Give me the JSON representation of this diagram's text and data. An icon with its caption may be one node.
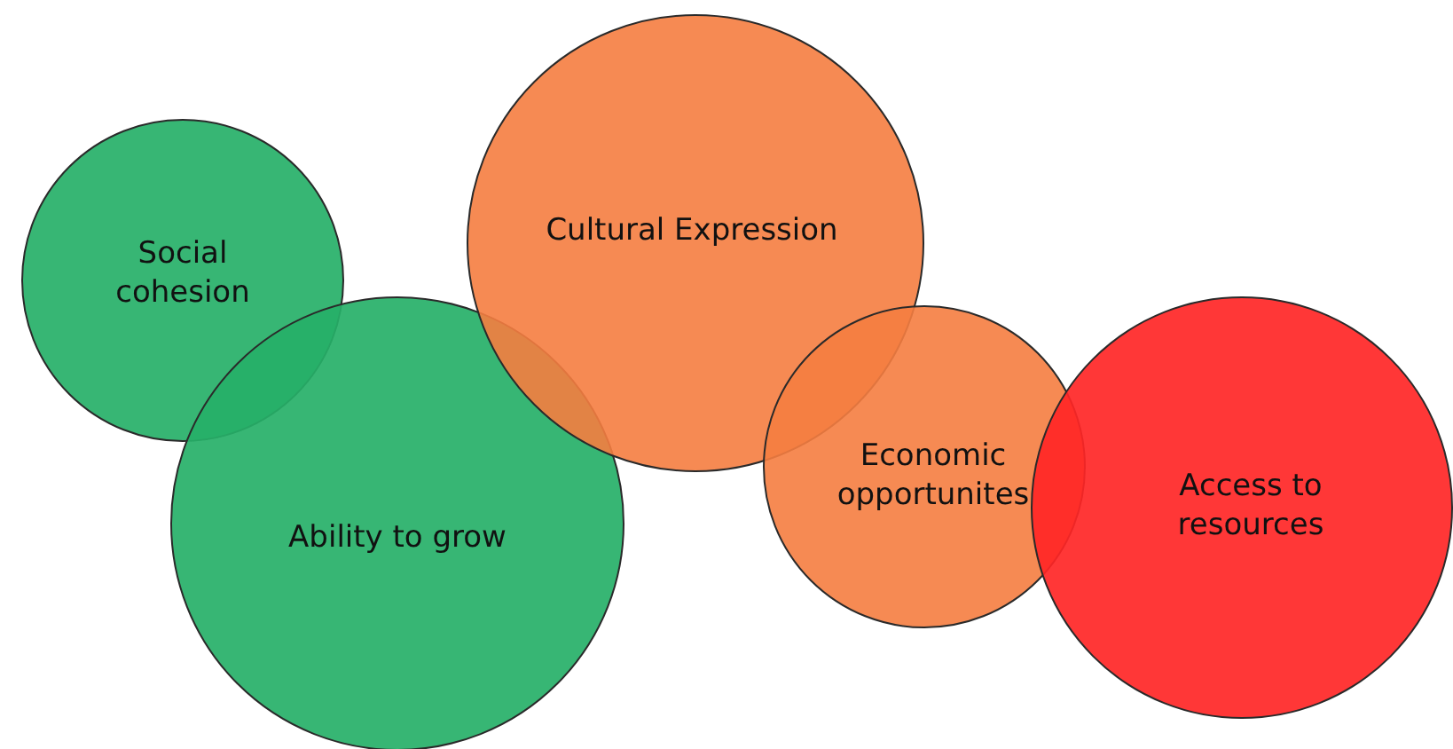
{
  "diagram": {
    "nodes": [
      {
        "text": [
          "Social cohesion"
        ]
      },
      {
        "text": [
          "Ability to grow"
        ]
      },
      {
        "text": [
          "Cultural Expression"
        ]
      },
      {
        "text": [
          "Economic opportunites"
        ]
      },
      {
        "text": [
          "Access to resources"
        ]
      }
    ]
  }
}
